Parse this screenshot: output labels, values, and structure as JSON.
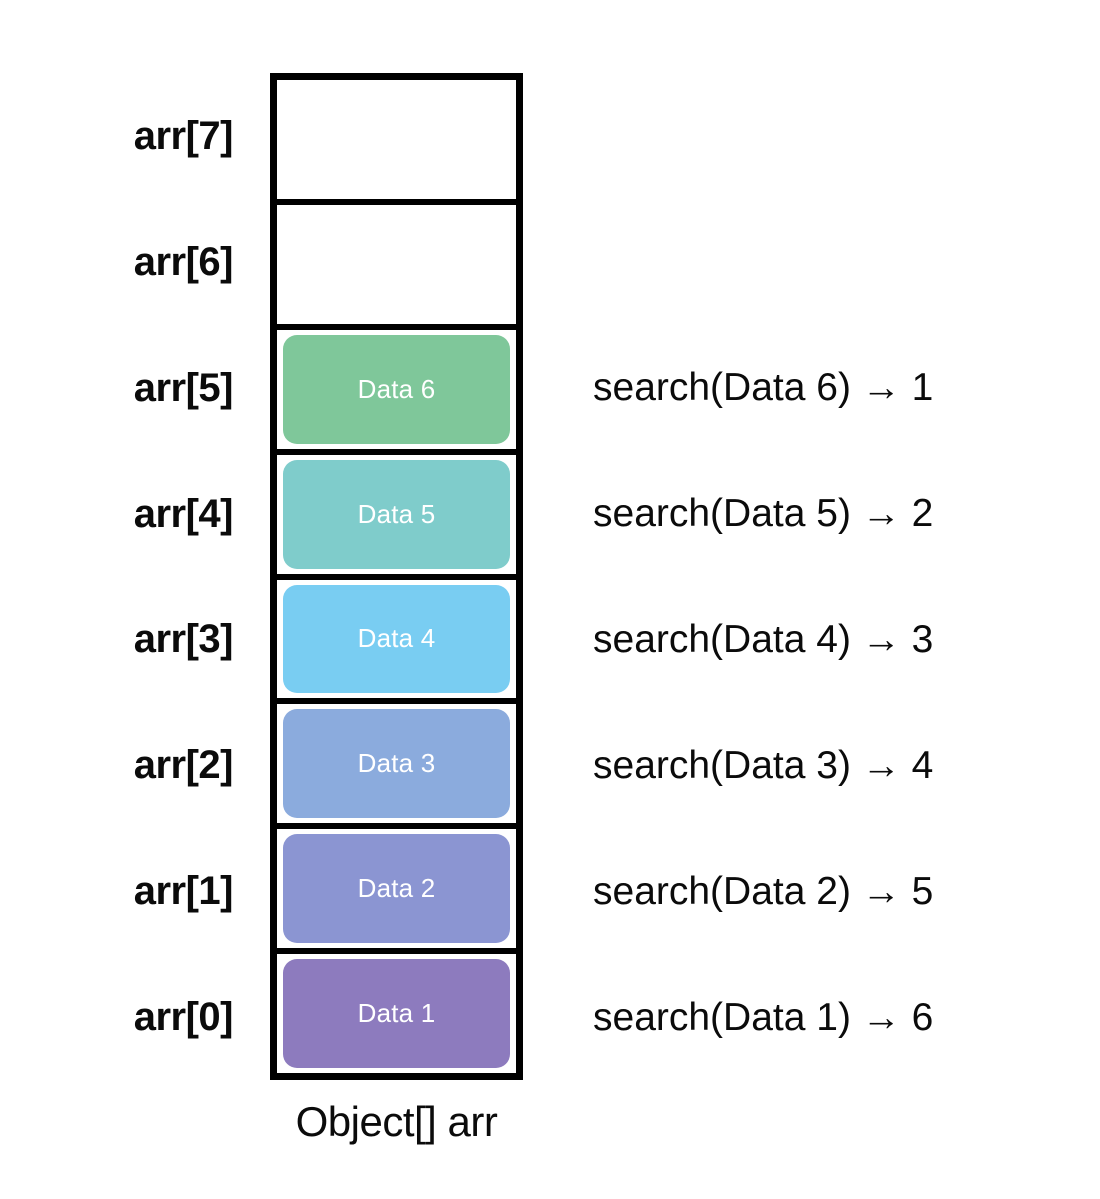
{
  "diagram": {
    "caption": "Object[] arr",
    "rows": [
      {
        "index_label": "arr[7]",
        "value": "",
        "filled": false,
        "color": "",
        "annotation": ""
      },
      {
        "index_label": "arr[6]",
        "value": "",
        "filled": false,
        "color": "",
        "annotation": ""
      },
      {
        "index_label": "arr[5]",
        "value": "Data 6",
        "filled": true,
        "color": "#7FC79A",
        "annotation": "search(Data 6) → 1"
      },
      {
        "index_label": "arr[4]",
        "value": "Data 5",
        "filled": true,
        "color": "#7FCCCB",
        "annotation": "search(Data 5) → 2"
      },
      {
        "index_label": "arr[3]",
        "value": "Data 4",
        "filled": true,
        "color": "#79CDF2",
        "annotation": "search(Data 4) → 3"
      },
      {
        "index_label": "arr[2]",
        "value": "Data 3",
        "filled": true,
        "color": "#8BABDD",
        "annotation": "search(Data 3) → 4"
      },
      {
        "index_label": "arr[1]",
        "value": "Data 2",
        "filled": true,
        "color": "#8B95D2",
        "annotation": "search(Data 2) → 5"
      },
      {
        "index_label": "arr[0]",
        "value": "Data 1",
        "filled": true,
        "color": "#8D7BBE",
        "annotation": "search(Data 1) → 6"
      }
    ],
    "colors": {
      "border": "#000000",
      "background": "#FFFFFF",
      "text": "#0B0B0B",
      "pill_text": "#FFFFFF"
    }
  }
}
